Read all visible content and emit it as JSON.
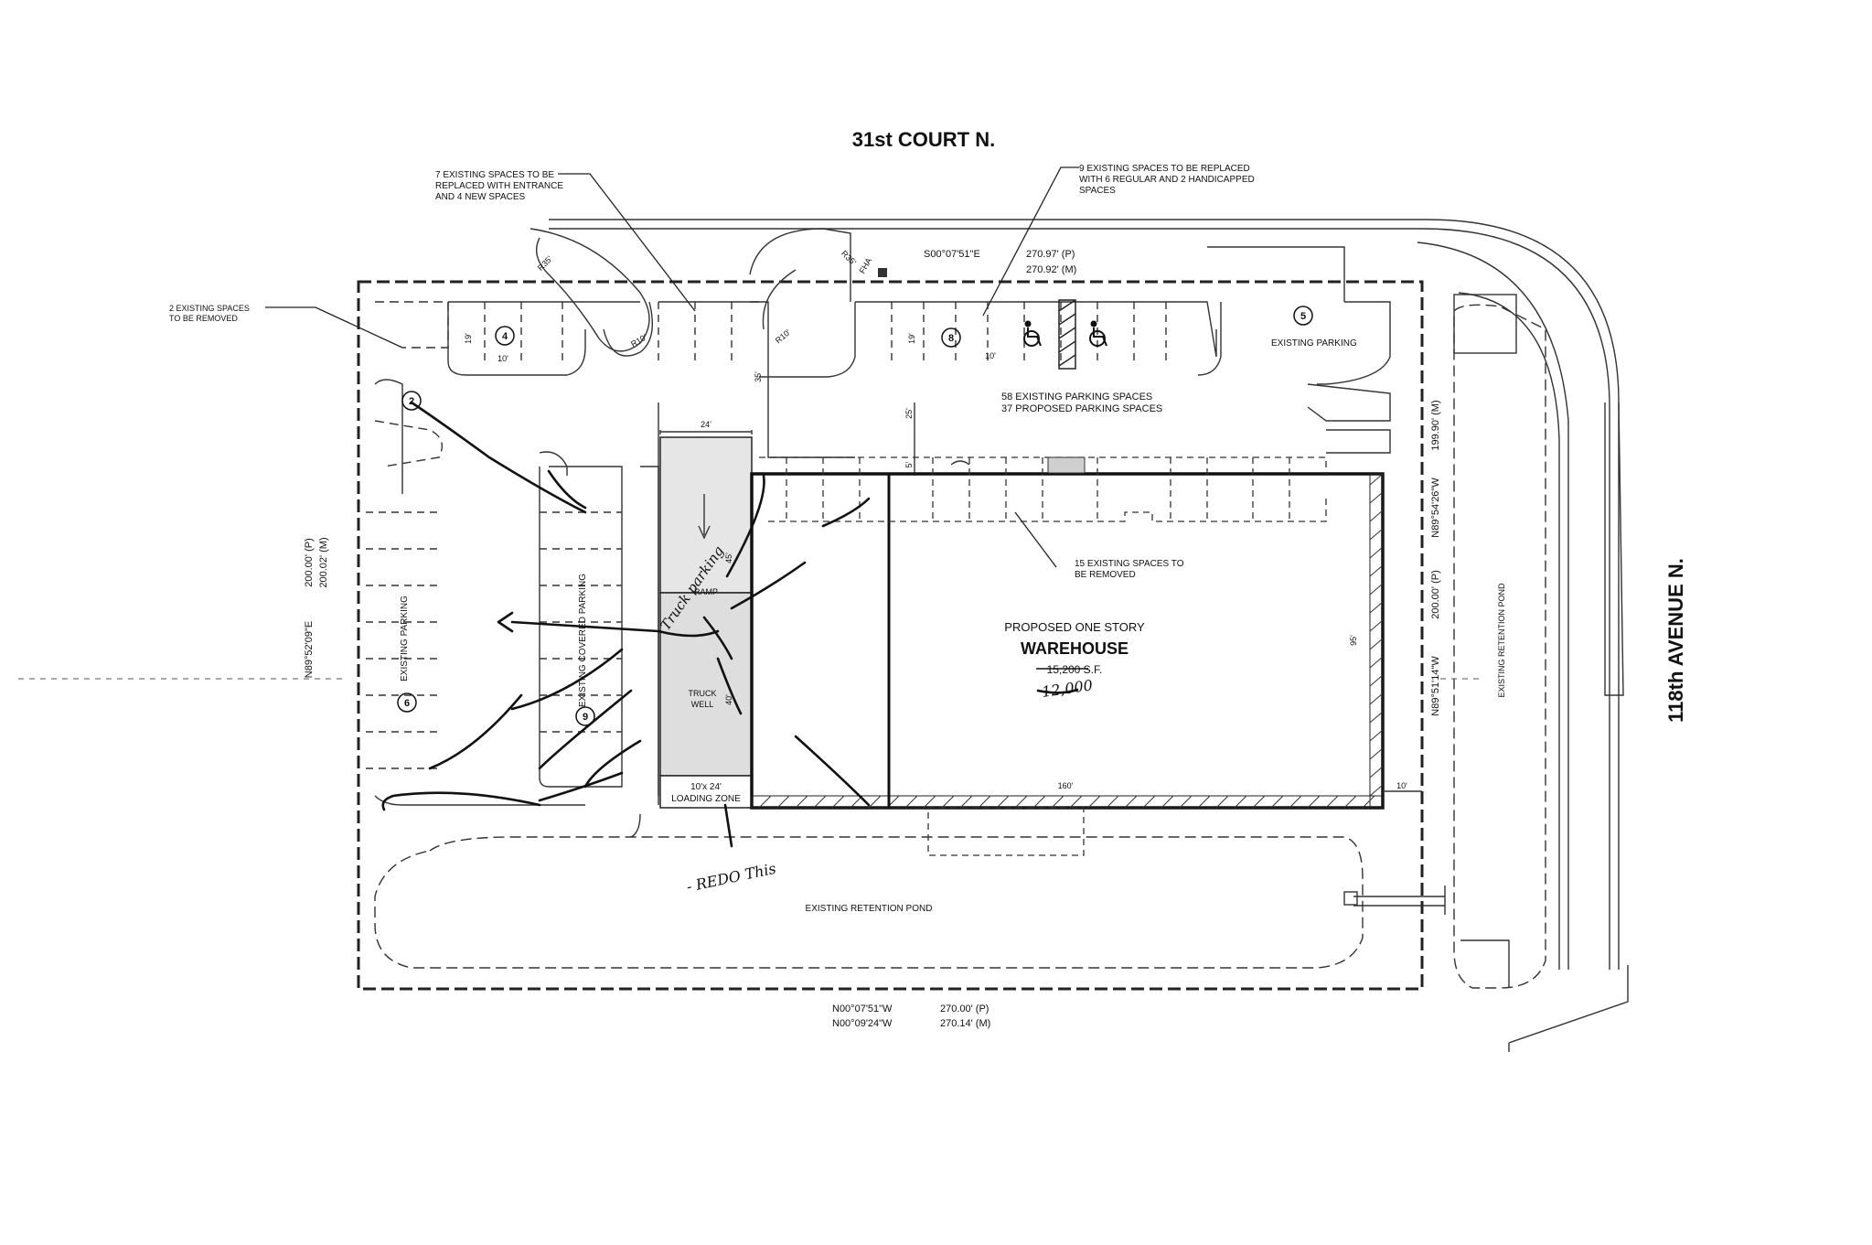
{
  "streets": {
    "north": "31st COURT N.",
    "east": "118th AVENUE N."
  },
  "notes": {
    "seven_spaces": [
      "7 EXISTING SPACES TO BE",
      "REPLACED WITH ENTRANCE",
      "AND 4 NEW SPACES"
    ],
    "nine_spaces": [
      "9 EXISTING SPACES TO BE REPLACED",
      "WITH 6 REGULAR AND 2 HANDICAPPED",
      "SPACES"
    ],
    "two_spaces": [
      "2 EXISTING SPACES",
      "TO BE REMOVED"
    ],
    "fifteen_spaces": [
      "15 EXISTING SPACES TO",
      "BE REMOVED"
    ],
    "parking_summary": [
      "58 EXISTING PARKING SPACES",
      "37 PROPOSED PARKING SPACES"
    ]
  },
  "bearings": {
    "north_line": "S00°07'51\"E",
    "north_p": "270.97' (P)",
    "north_m": "270.92' (M)",
    "south_line_1": "N00°07'51\"W",
    "south_line_2": "N00°09'24\"W",
    "south_p": "270.00' (P)",
    "south_m": "270.14' (M)",
    "west_p": "200.00' (P)",
    "west_m": "200.02' (M)",
    "west_line": "N89°52'09\"E",
    "east_m": "199.90' (M)",
    "east_line_1": "N89°54'26\"W",
    "east_p": "200.00' (P)",
    "east_line_2": "N89°51'14\"W"
  },
  "areas": {
    "existing_parking_ne": "EXISTING PARKING",
    "existing_parking_w": "EXISTING PARKING",
    "existing_covered_parking": "EXISTING COVERED PARKING",
    "existing_retention_pond_s": "EXISTING RETENTION POND",
    "existing_retention_pond_e": "EXISTING RETENTION POND"
  },
  "building": {
    "line1": "PROPOSED ONE STORY",
    "line2": "WAREHOUSE",
    "area_struck": "15,200 S.F.",
    "area_hand": "12,000"
  },
  "ramp": {
    "ramp_label": "RAMP",
    "truck_well_1": "TRUCK",
    "truck_well_2": "WELL",
    "loading_1": "10'x 24'",
    "loading_2": "LOADING ZONE"
  },
  "dimensions": {
    "d24": "24'",
    "d160": "160'",
    "d10_east": "10'",
    "d10_a": "10'",
    "d10_b": "10'",
    "d19_a": "19'",
    "d19_b": "19'",
    "d25": "25'",
    "d35": "35'",
    "d5": "5'",
    "d45": "45'",
    "d40": "40'",
    "d95": "95'",
    "r35_a": "R35'",
    "r35_b": "R35'",
    "r10_a": "R10'",
    "r10_b": "R10'",
    "fha": "FHA"
  },
  "space_counts": {
    "c4": "4",
    "c8": "8",
    "c5": "5",
    "c2": "2",
    "c6": "6",
    "c9": "9"
  },
  "handwriting": {
    "truck_parking": "Truck parking",
    "redo": "- REDO This"
  }
}
